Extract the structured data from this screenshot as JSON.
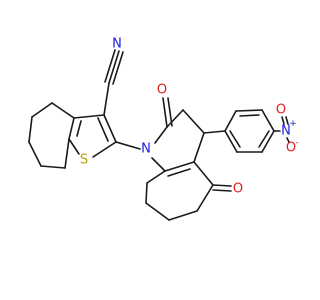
{
  "molecule": {
    "atom_labels": {
      "nitrile_n": "N",
      "thiophene_s": "S",
      "ring_n": "N",
      "keto_o_upper": "O",
      "keto_o_lower": "O",
      "nitro_n": "N",
      "nitro_n_charge": "+",
      "nitro_o_right": "O",
      "nitro_o_right_charge": "-",
      "nitro_o_top": "O"
    },
    "colors": {
      "bond": "#1a1a1a",
      "nitrogen": "#1c1cd6",
      "oxygen": "#e02020",
      "sulfur": "#b8a000"
    }
  }
}
